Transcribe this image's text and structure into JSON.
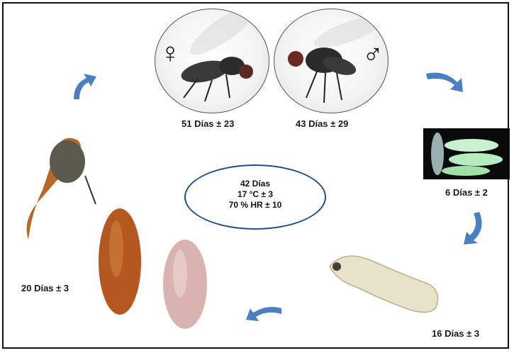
{
  "stages": {
    "female_adult": {
      "label": "51 Días ± 23",
      "symbol": "♀"
    },
    "male_adult": {
      "label": "43 Días ± 29",
      "symbol": "♂"
    },
    "eggs": {
      "label": "6 Días ± 2"
    },
    "larva": {
      "label": "16 Días ± 3"
    },
    "pupa": {
      "label": "20 Días ± 3"
    }
  },
  "center": {
    "line1": "42 Días",
    "line2": "17 °C ± 3",
    "line3": "70 % HR ± 10"
  },
  "colors": {
    "arrow": "#4a7fc1",
    "oval_border": "#1f4e8c"
  },
  "icons": [
    "female-symbol-icon",
    "male-symbol-icon",
    "cycle-arrow-icon"
  ]
}
